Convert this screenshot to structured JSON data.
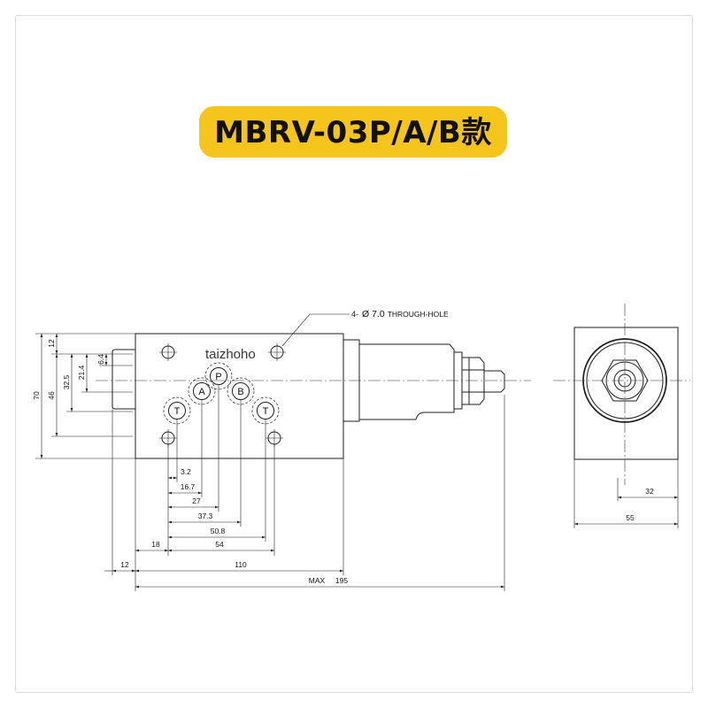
{
  "title": "MBRV-03P/A/B款",
  "watermark": "taizhoho",
  "hole_note": {
    "count": "4-",
    "diameter": "Ø 7.0",
    "type": "THROUGH-HOLE"
  },
  "ports": {
    "p": "P",
    "a": "A",
    "b": "B",
    "t1": "T",
    "t2": "T"
  },
  "dims_left": {
    "total_height": "70",
    "top_offset": "12",
    "hole_spacing": "46",
    "t_port": "32.5",
    "ab_port": "21.4",
    "p_port": "6.4"
  },
  "dims_bottom": {
    "t_port": "3.2",
    "a_port": "16.7",
    "p_port": "27",
    "b_port": "37.3",
    "t2_port": "50.8",
    "hole_spacing": "54",
    "hole_offset": "18",
    "left_stub": "12",
    "block_length": "110",
    "max_label": "MAX",
    "max_length": "195"
  },
  "dims_side": {
    "center_offset": "32",
    "width": "55"
  },
  "colors": {
    "title_bg": "#F6C51B",
    "line": "#1e1e1e",
    "frame": "#dcdcdc",
    "watermark": "#9c9c9c"
  }
}
